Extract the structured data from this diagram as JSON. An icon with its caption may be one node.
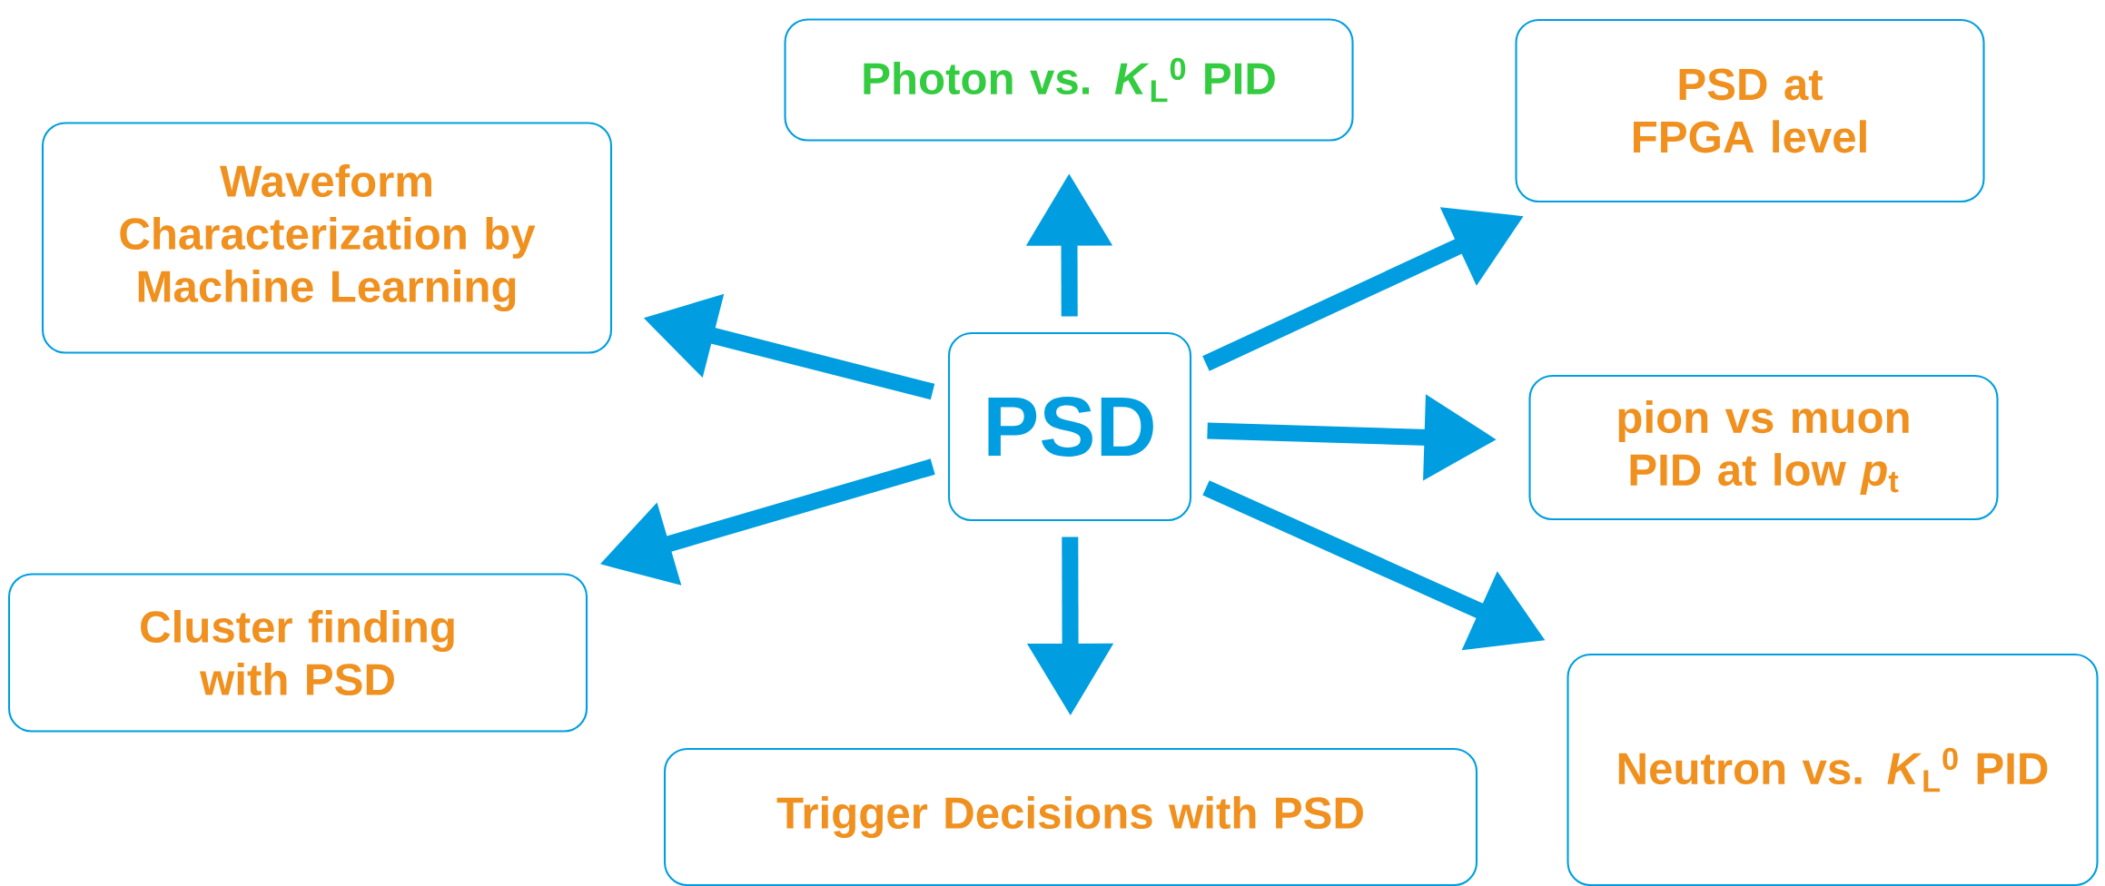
{
  "diagram": {
    "nodes": [
      {
        "text": [
          "Photon vs. *K*$_{L}$$^{0}$ PID"
        ]
      },
      {
        "text": [
          "PSD at FPGA level"
        ]
      },
      {
        "text": [
          "Waveform Characterization by Machine Learning"
        ]
      },
      {
        "text": [
          "PSD"
        ]
      },
      {
        "text": [
          "pion vs muon PID at low *p*$_{t}$"
        ]
      },
      {
        "text": [
          "Cluster finding with PSD"
        ]
      },
      {
        "text": [
          "Neutron vs. *K*$_{L}$$^{0}$ PID"
        ]
      },
      {
        "text": [
          "Trigger Decisions with PSD"
        ]
      }
    ],
    "edges": [
      {
        "from": 3,
        "to": 0,
        "arrow": "to"
      },
      {
        "from": 3,
        "to": 1,
        "arrow": "to"
      },
      {
        "from": 3,
        "to": 2,
        "arrow": "to"
      },
      {
        "from": 3,
        "to": 4,
        "arrow": "to"
      },
      {
        "from": 3,
        "to": 5,
        "arrow": "to"
      },
      {
        "from": 3,
        "to": 6,
        "arrow": "to"
      },
      {
        "from": 3,
        "to": 7,
        "arrow": "to"
      }
    ]
  }
}
